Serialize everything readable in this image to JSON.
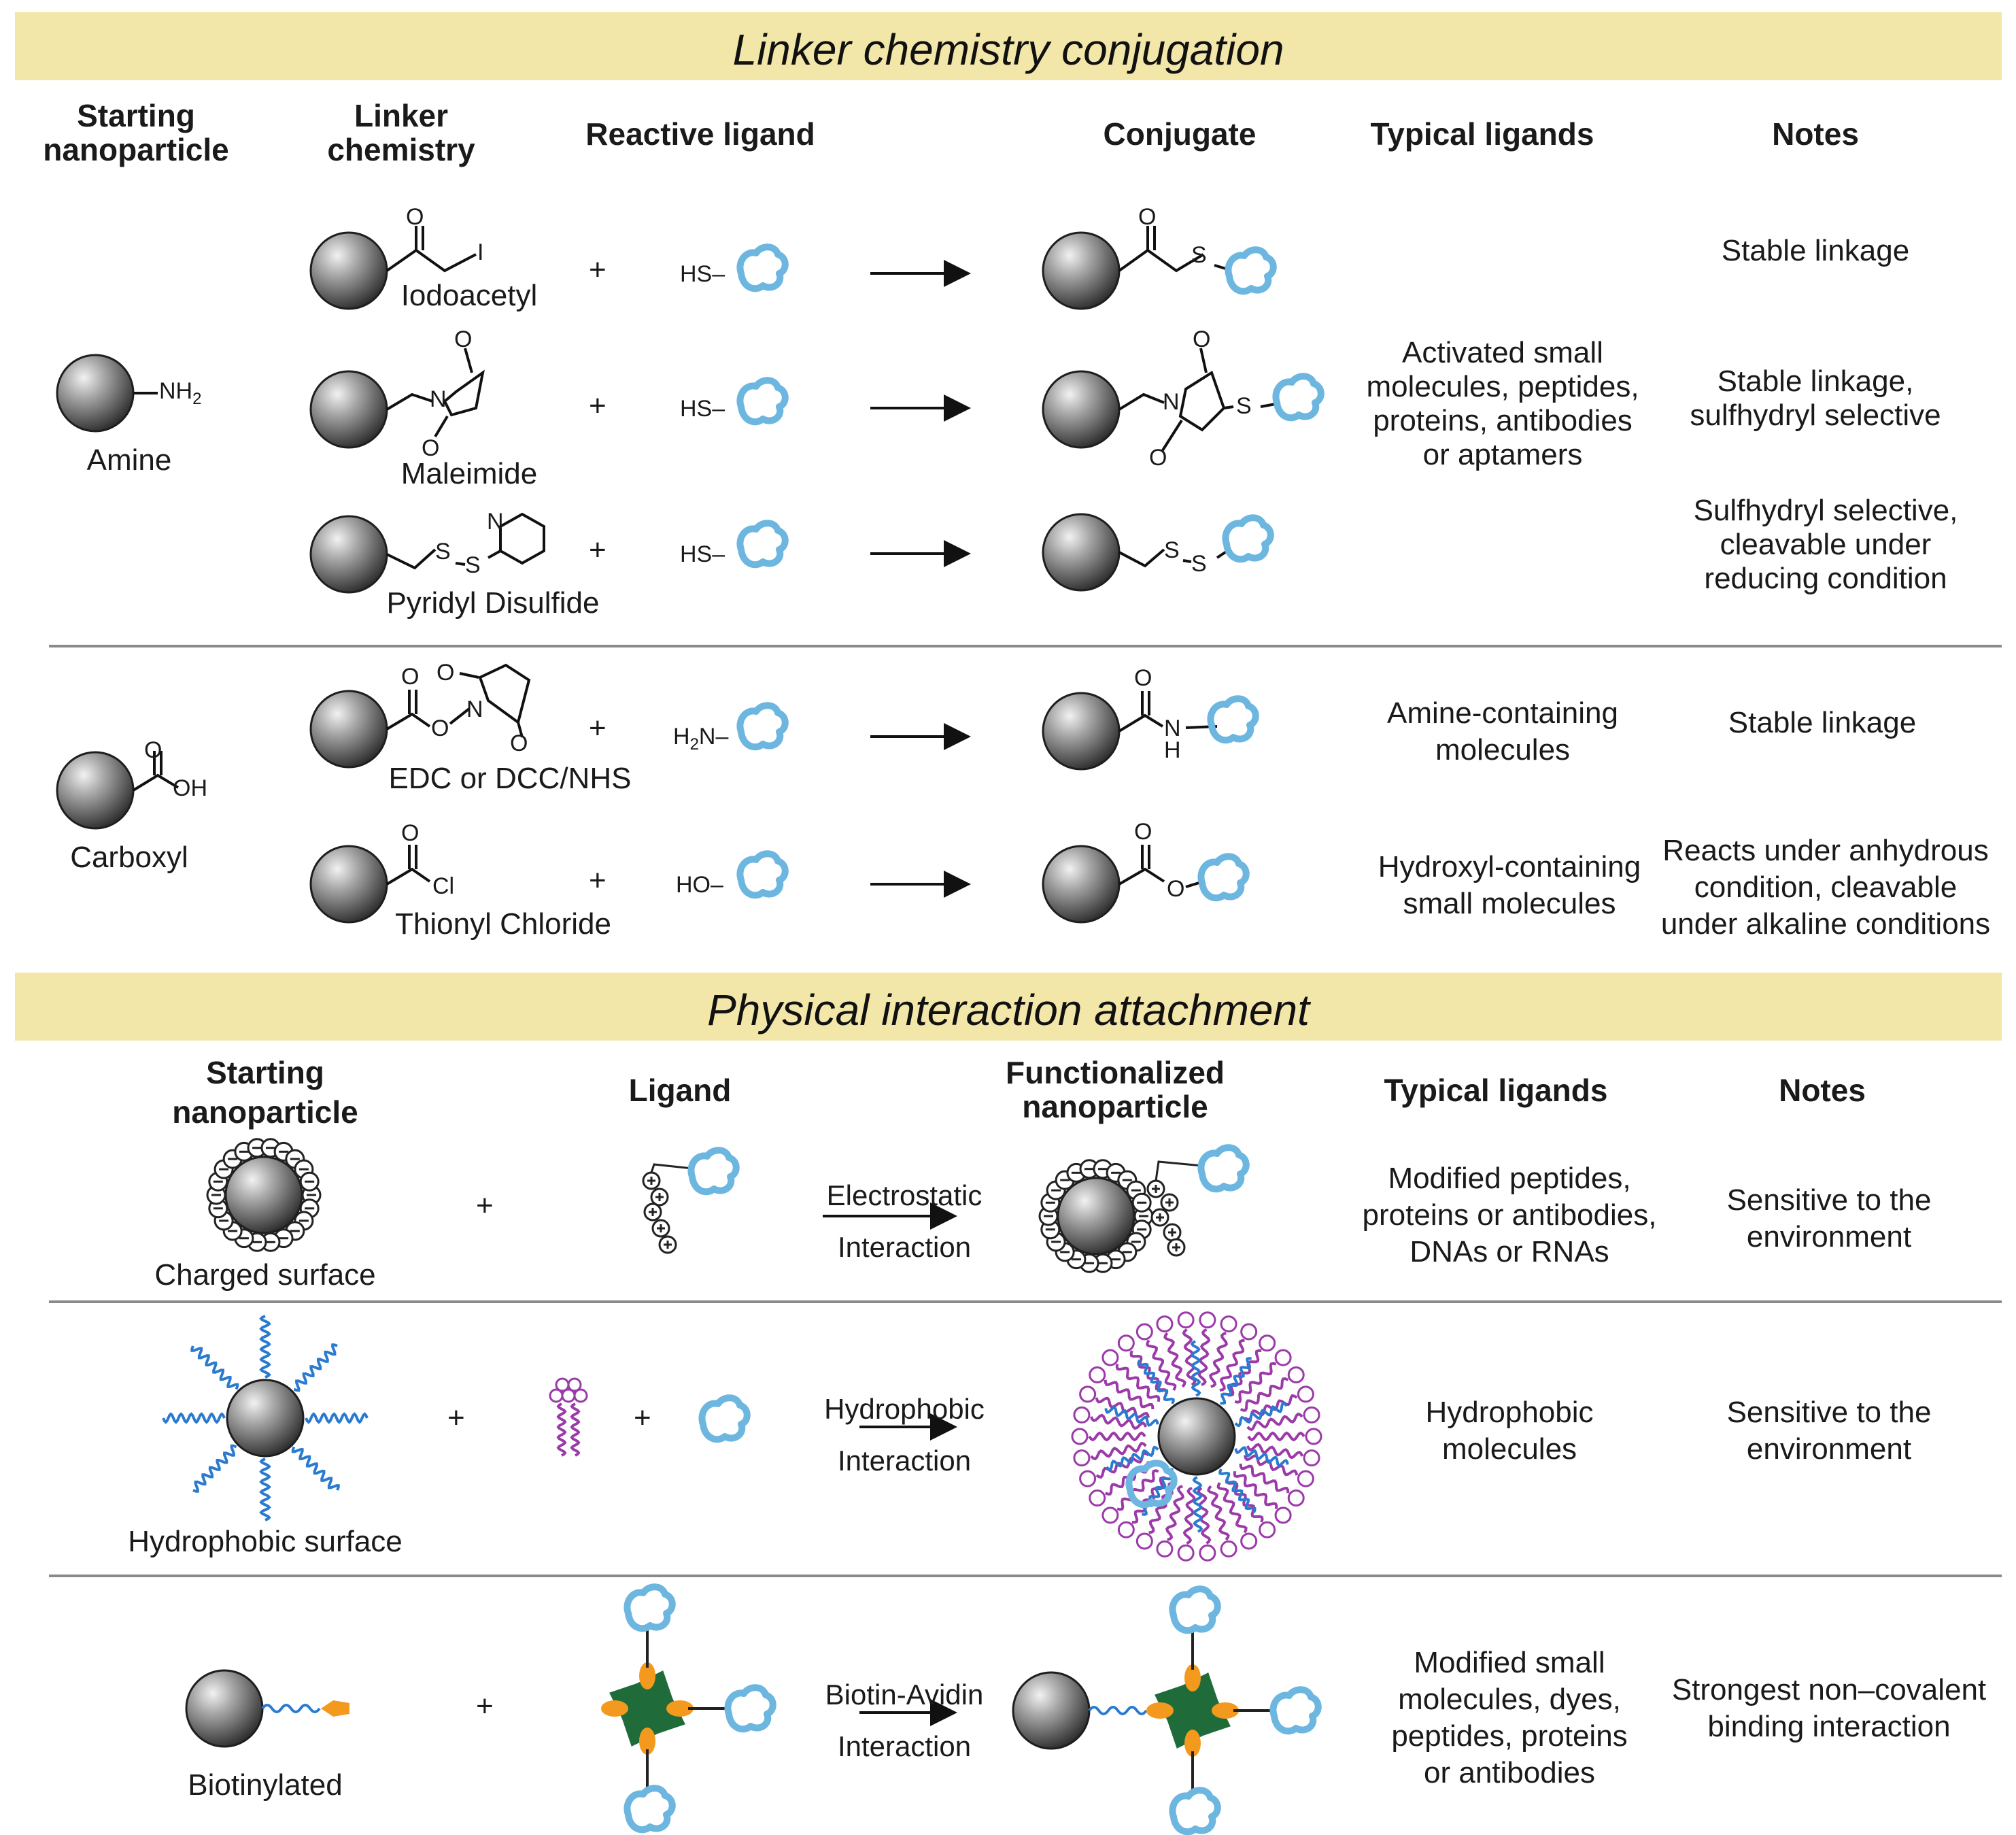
{
  "sections": {
    "linker_title": "Linker chemistry conjugation",
    "physical_title": "Physical interaction attachment"
  },
  "linker_headers": {
    "starting": [
      "Starting",
      "nanoparticle"
    ],
    "linker": [
      "Linker",
      "chemistry"
    ],
    "reactive": "Reactive ligand",
    "conjugate": "Conjugate",
    "typical": "Typical ligands",
    "notes": "Notes"
  },
  "physical_headers": {
    "starting": [
      "Starting",
      "nanoparticle"
    ],
    "ligand": "Ligand",
    "functionalized": [
      "Functionalized",
      "nanoparticle"
    ],
    "typical": "Typical ligands",
    "notes": "Notes"
  },
  "amine": {
    "label": "Amine",
    "group": "NH",
    "group_sub": "2",
    "rows": [
      {
        "linker": "Iodoacetyl",
        "reagent": "HS",
        "note": [
          "Stable linkage"
        ]
      },
      {
        "linker": "Maleimide",
        "reagent": "HS",
        "note": [
          "Stable linkage,",
          "sulfhydryl selective"
        ]
      },
      {
        "linker": "Pyridyl Disulfide",
        "reagent": "HS",
        "note": [
          "Sulfhydryl selective,",
          "cleavable under",
          "reducing condition"
        ]
      }
    ],
    "typical": [
      "Activated small",
      "molecules, peptides,",
      "proteins, antibodies",
      "or aptamers"
    ]
  },
  "carboxyl": {
    "label": "Carboxyl",
    "group": "OH",
    "rows": [
      {
        "linker": "EDC or DCC/NHS",
        "reagent": "H",
        "reagent_sub": "2",
        "reagent_tail": "N",
        "typical": [
          "Amine-containing",
          "molecules"
        ],
        "note": [
          "Stable linkage"
        ]
      },
      {
        "linker": "Thionyl Chloride",
        "reagent": "HO",
        "typical": [
          "Hydroxyl-containing",
          "small molecules"
        ],
        "note": [
          "Reacts under anhydrous",
          "condition, cleavable",
          "under alkaline conditions"
        ]
      }
    ]
  },
  "atoms": {
    "O": "O",
    "I": "I",
    "N": "N",
    "S": "S",
    "Cl": "Cl",
    "H": "H"
  },
  "physical": [
    {
      "starting": "Charged  surface",
      "interaction": [
        "Electrostatic",
        "Interaction"
      ],
      "typical": [
        "Modified peptides,",
        "proteins or antibodies,",
        "DNAs or RNAs"
      ],
      "note": [
        "Sensitive to the",
        "environment"
      ]
    },
    {
      "starting": "Hydrophobic  surface",
      "interaction": [
        "Hydrophobic",
        "Interaction"
      ],
      "typical": [
        "Hydrophobic",
        "molecules"
      ],
      "note": [
        "Sensitive to the",
        "environment"
      ]
    },
    {
      "starting": "Biotinylated",
      "interaction": [
        "Biotin-Avidin",
        "Interaction"
      ],
      "typical": [
        "Modified small",
        "molecules, dyes,",
        "peptides, proteins",
        "or antibodies"
      ],
      "note": [
        "Strongest non–covalent",
        "binding interaction"
      ]
    }
  ],
  "plus": "+",
  "colors": {
    "banner": "#f2e6a9",
    "ligand": "#6cb6e0",
    "lipid": "#9b3aa8",
    "avidin": "#1f6b3a",
    "biotin": "#f39a1e",
    "divider": "#8a8a8a"
  }
}
